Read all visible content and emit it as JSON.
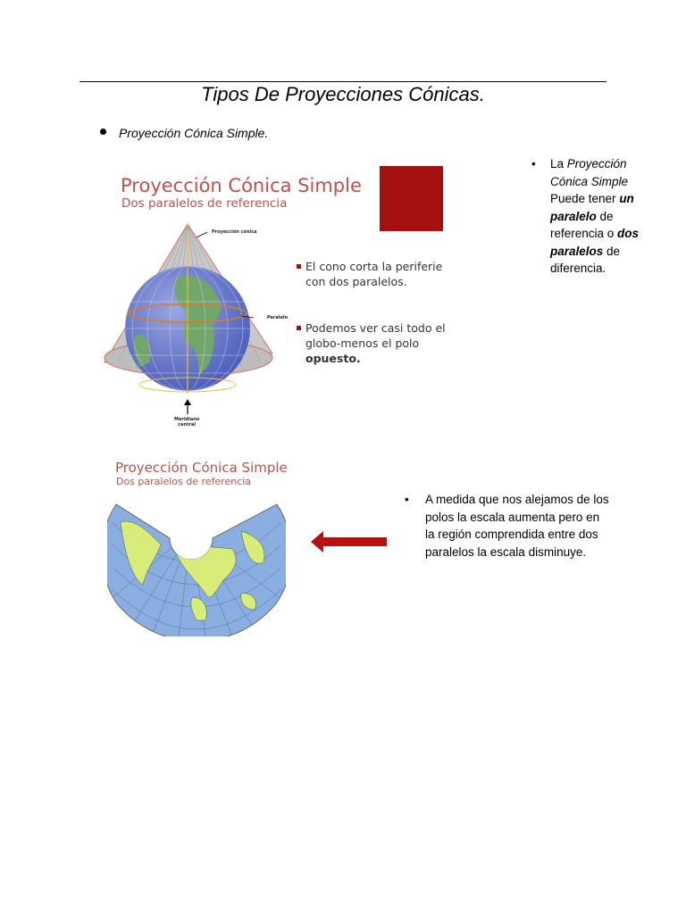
{
  "title": "Tipos De Proyecciones Cónicas.",
  "bullet_main": "Proyección Cónica Simple.",
  "figure1": {
    "heading": "Proyección Cónica Simple",
    "subheading": "Dos paralelos de referencia",
    "label_cone": "Proyección cónica",
    "label_parallel": "Paralelo",
    "label_meridian_1": "Meridiano",
    "label_meridian_2": "central",
    "note1_line1": "El cono corta la periferie",
    "note1_line2": "con dos paralelos.",
    "note2_line1": "Podemos ver casi todo el",
    "note2_line2": "globo-menos el polo",
    "note2_line3": "opuesto."
  },
  "side_text": {
    "p1": "La ",
    "p2": "Proyección Cónica Simple",
    "p3": " Puede tener ",
    "p4": "un paralelo",
    "p5": " de referencia o ",
    "p6": "dos paralelos",
    "p7": " de diferencia."
  },
  "figure2": {
    "heading": "Proyección Cónica Simple",
    "subheading": "Dos paralelos de referencia"
  },
  "bottom_text": "A medida que nos alejamos de los polos la escala aumenta pero en la región comprendida entre dos paralelos la escala disminuye.",
  "colors": {
    "accent_red": "#a40f0f",
    "heading_red": "#c0504d"
  }
}
